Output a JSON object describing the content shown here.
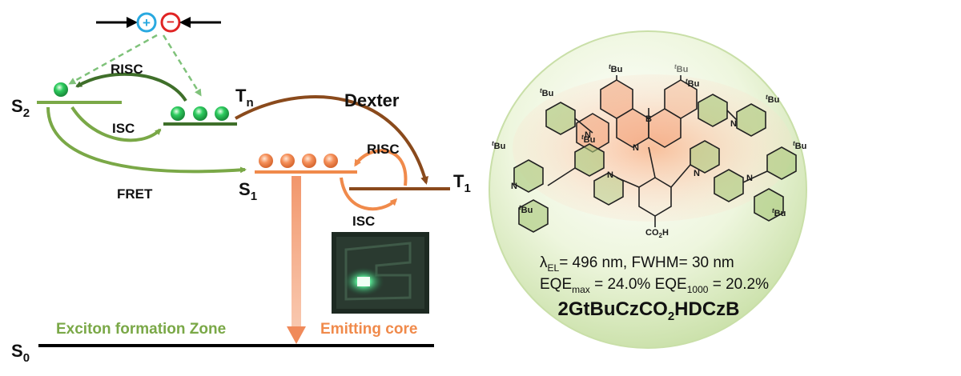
{
  "energy_diagram": {
    "levels": {
      "s2": {
        "label": "S",
        "sub": "2"
      },
      "s1": {
        "label": "S",
        "sub": "1"
      },
      "s0": {
        "label": "S",
        "sub": "0"
      },
      "tn": {
        "label": "T",
        "sub": "n"
      },
      "t1": {
        "label": "T",
        "sub": "1"
      }
    },
    "processes": {
      "risc_upper": "RISC",
      "isc_upper": "ISC",
      "dexter": "Dexter",
      "fret": "FRET",
      "risc_lower": "RISC",
      "isc_lower": "ISC"
    },
    "zones": {
      "exciton_formation": "Exciton formation Zone",
      "emitting_core": "Emitting core"
    },
    "charges": {
      "hole": "+",
      "electron": "−"
    },
    "colors": {
      "green": "#7aa847",
      "dark_green": "#3f6f2a",
      "orange": "#f08a4b",
      "brown": "#8a4a1c",
      "exciton_green": "#2ecc5f"
    }
  },
  "molecule": {
    "tbu_label": "Bu",
    "tbu_prefix": "t",
    "boron": "B",
    "nitrogen": "N",
    "acid_group": {
      "main": "CO",
      "sub": "2",
      "tail": "H"
    }
  },
  "properties": {
    "line1": {
      "lambda": "λ",
      "lambda_sub": "EL",
      "text": "= 496 nm,    FWHM= 30 nm"
    },
    "line2": {
      "eqe": "EQE",
      "max_sub": "max",
      "mid": " = 24.0% EQE",
      "k_sub": "1000",
      "end": " = 20.2%"
    },
    "name": {
      "part1": "2GtBuCzCO",
      "sub": "2",
      "part2": "HDCzB"
    }
  }
}
